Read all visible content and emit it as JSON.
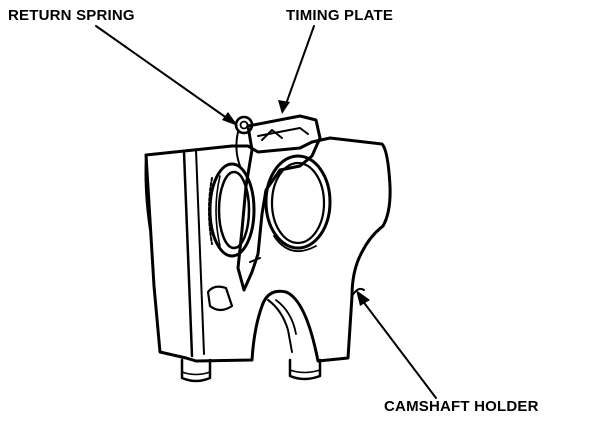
{
  "labels": {
    "return_spring": "RETURN SPRING",
    "timing_plate": "TIMING PLATE",
    "camshaft_holder": "CAMSHAFT HOLDER"
  },
  "colors": {
    "ink": "#000000",
    "paper": "#ffffff"
  }
}
